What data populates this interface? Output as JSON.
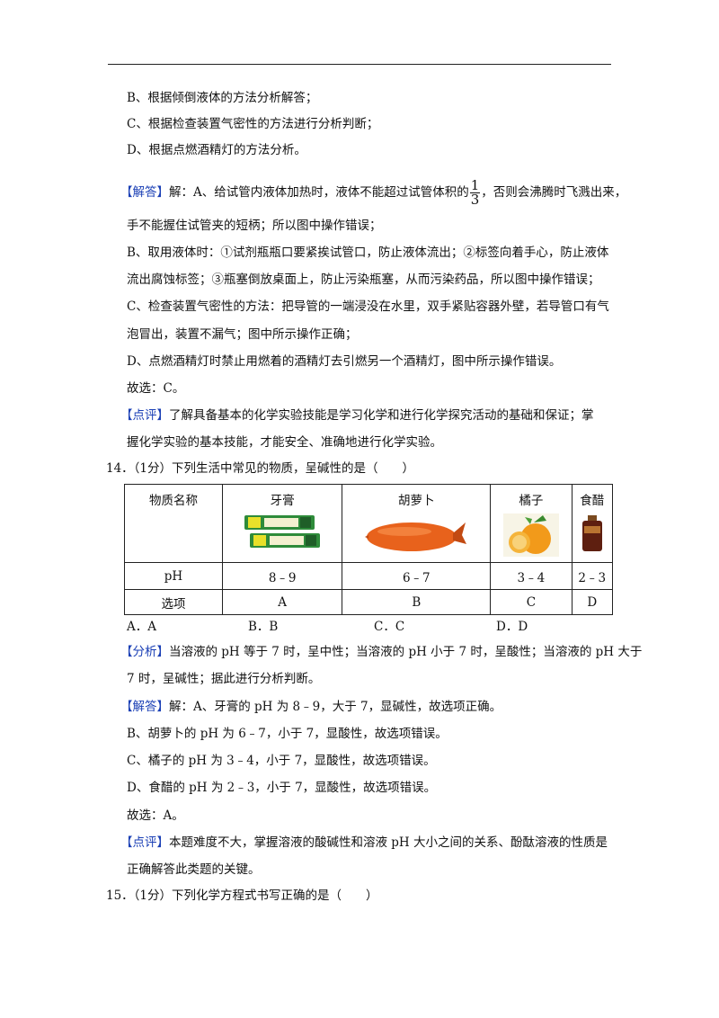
{
  "lines": {
    "b": "B、根据倾倒液体的方法分析解答；",
    "c": "C、根据检查装置气密性的方法进行分析判断；",
    "d": "D、根据点燃酒精灯的方法分析。",
    "ans_tag": "【解答】",
    "ans_a_pre": "解：A、给试管内液体加热时，液体不能超过试管体积的",
    "frac_num": "1",
    "frac_den": "3",
    "ans_a_post": "，否则会沸腾时飞溅出来，",
    "ans_a2": "手不能握住试管夹的短柄；所以图中操作错误；",
    "ans_b1": "B、取用液体时：①试剂瓶瓶口要紧挨试管口，防止液体流出；②标签向着手心，防止液体",
    "ans_b2": "流出腐蚀标签；③瓶塞倒放桌面上，防止污染瓶塞，从而污染药品，所以图中操作错误；",
    "ans_c1": "C、检查装置气密性的方法：把导管的一端浸没在水里，双手紧贴容器外壁，若导管口有气",
    "ans_c2": "泡冒出，装置不漏气；图中所示操作正确；",
    "ans_d": "D、点燃酒精灯时禁止用燃着的酒精灯去引燃另一个酒精灯，图中所示操作错误。",
    "choose": "故选：C。",
    "review_tag": "【点评】",
    "review1": "了解具备基本的化学实验技能是学习化学和进行化学探究活动的基础和保证；掌",
    "review2": "握化学实验的基本技能，才能安全、准确地进行化学实验。"
  },
  "q14": {
    "stem": "14．（1分）下列生活中常见的物质，呈碱性的是（　　）",
    "table": {
      "header": [
        "物质名称",
        "牙膏",
        "胡萝卜",
        "橘子",
        "食醋"
      ],
      "ph_label": "pH",
      "ph_values": [
        "8﹣9",
        "6﹣7",
        "3﹣4",
        "2﹣3"
      ],
      "opt_label": "选项",
      "opt_values": [
        "A",
        "B",
        "C",
        "D"
      ]
    },
    "options": [
      "A．A",
      "B．B",
      "C．C",
      "D．D"
    ],
    "analysis_tag": "【分析】",
    "analysis1": "当溶液的 pH 等于 7 时，呈中性；当溶液的 pH 小于 7 时，呈酸性；当溶液的 pH 大于",
    "analysis2": "7 时，呈碱性；据此进行分析判断。",
    "answer_tag": "【解答】",
    "answer_a": "解：A、牙膏的 pH 为 8﹣9，大于 7，显碱性，故选项正确。",
    "answer_b": "B、胡萝卜的 pH 为 6﹣7，小于 7，显酸性，故选项错误。",
    "answer_c": "C、橘子的 pH 为 3﹣4，小于 7，显酸性，故选项错误。",
    "answer_d": "D、食醋的 pH 为 2﹣3，小于 7，显酸性，故选项错误。",
    "choose": "故选：A。",
    "review_tag": "【点评】",
    "review1": "本题难度不大，掌握溶液的酸碱性和溶液 pH 大小之间的关系、酚酞溶液的性质是",
    "review2": "正确解答此类题的关键。"
  },
  "q15": {
    "stem": "15．（1分）下列化学方程式书写正确的是（　　）"
  },
  "colors": {
    "tag": "#1a3fb5",
    "text": "#111111"
  }
}
